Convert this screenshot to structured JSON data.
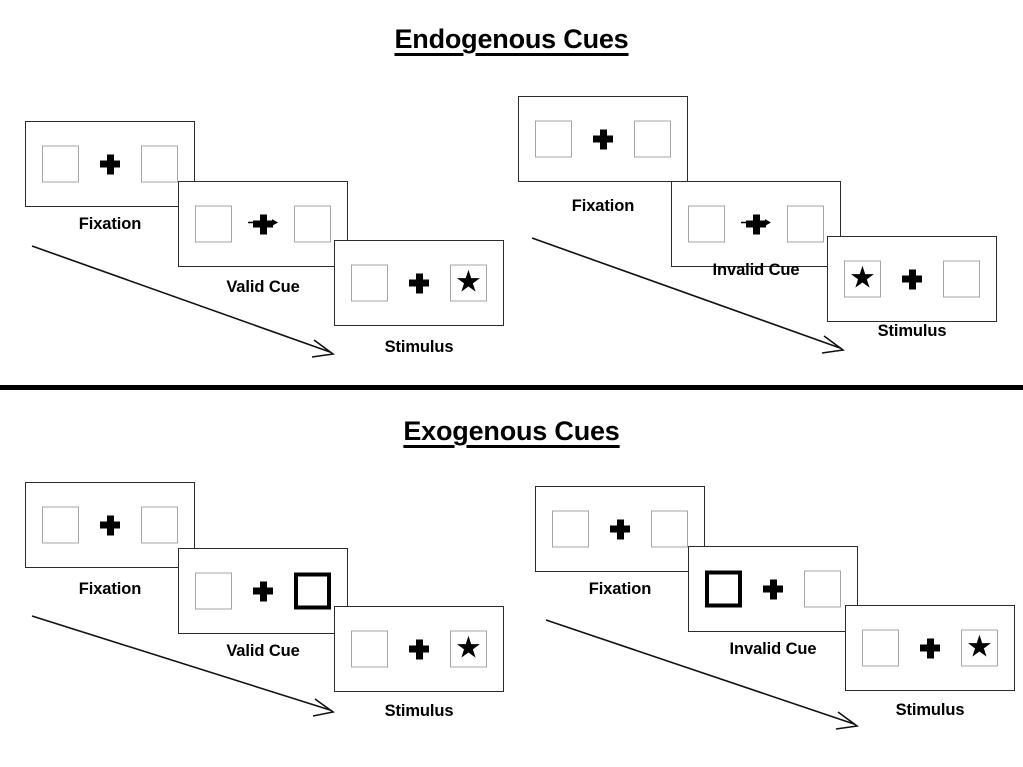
{
  "figure": {
    "sections": [
      {
        "id": "endogenous",
        "title": "Endogenous Cues",
        "groups": [
          {
            "id": "endogenous-valid",
            "panels": [
              {
                "label": "Fixation",
                "cue": "none",
                "left_box": "empty",
                "right_box": "empty"
              },
              {
                "label": "Valid Cue",
                "cue": "arrow-right",
                "left_box": "empty",
                "right_box": "empty"
              },
              {
                "label": "Stimulus",
                "cue": "none",
                "left_box": "empty",
                "right_box": "star"
              }
            ]
          },
          {
            "id": "endogenous-invalid",
            "panels": [
              {
                "label": "Fixation",
                "cue": "none",
                "left_box": "empty",
                "right_box": "empty"
              },
              {
                "label": "Invalid Cue",
                "cue": "arrow-right",
                "left_box": "empty",
                "right_box": "empty"
              },
              {
                "label": "Stimulus",
                "cue": "none",
                "left_box": "star",
                "right_box": "empty"
              }
            ]
          }
        ]
      },
      {
        "id": "exogenous",
        "title": "Exogenous Cues",
        "groups": [
          {
            "id": "exogenous-valid",
            "panels": [
              {
                "label": "Fixation",
                "cue": "none",
                "left_box": "empty",
                "right_box": "empty"
              },
              {
                "label": "Valid Cue",
                "cue": "none",
                "left_box": "empty",
                "right_box": "highlight"
              },
              {
                "label": "Stimulus",
                "cue": "none",
                "left_box": "empty",
                "right_box": "star"
              }
            ]
          },
          {
            "id": "exogenous-invalid",
            "panels": [
              {
                "label": "Fixation",
                "cue": "none",
                "left_box": "empty",
                "right_box": "empty"
              },
              {
                "label": "Invalid Cue",
                "cue": "none",
                "left_box": "highlight",
                "right_box": "empty"
              },
              {
                "label": "Stimulus",
                "cue": "none",
                "left_box": "empty",
                "right_box": "star"
              }
            ]
          }
        ]
      }
    ],
    "glyphs": {
      "star": "★",
      "fixation_cross": "plus-icon",
      "cue_arrow": "arrow-right-icon",
      "time_arrow": "diagonal-time-arrow-icon"
    },
    "colors": {
      "ink": "#000000",
      "frame_border": "#2b2b2b",
      "box_border": "#a6a6a6",
      "box_border_highlight": "#000000",
      "background": "#ffffff"
    }
  }
}
